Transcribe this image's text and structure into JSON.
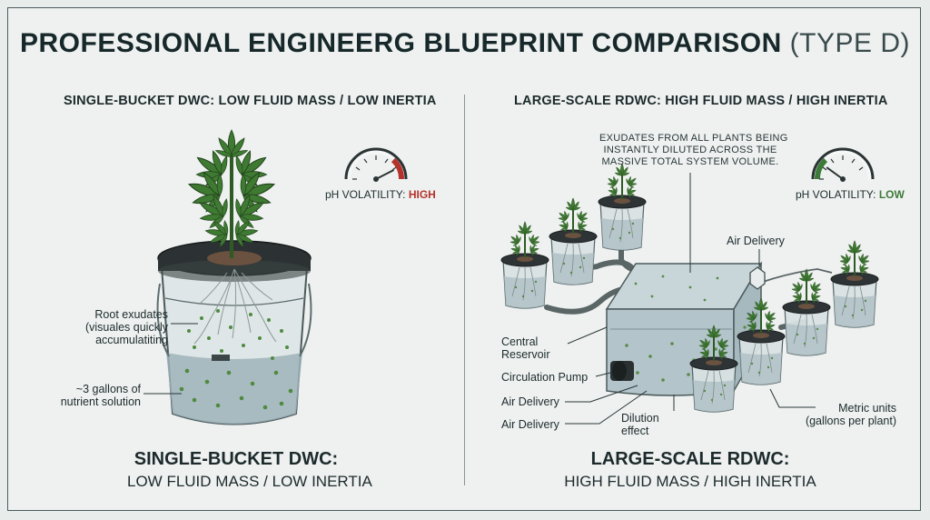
{
  "title": {
    "main": "PROFESSIONAL ENGINEERG BLUEPRINT COMPARISON",
    "sub": "(TYPE D)"
  },
  "left": {
    "heading": "SINGLE-BUCKET DWC: LOW FLUID MASS / LOW INERTIA",
    "gauge": {
      "label": "pH VOLATILITY:",
      "value": "HIGH",
      "color": "#b5322c",
      "level": 0.85
    },
    "labels": {
      "root_exudates_1": "Root exudates",
      "root_exudates_2": "(visuales quickly",
      "root_exudates_3": "accumulatiting",
      "nutrient_1": "~3 gallons of",
      "nutrient_2": "nutrient solution"
    },
    "footer": {
      "line1": "SINGLE-BUCKET DWC:",
      "line2": "LOW FLUID MASS / LOW INERTIA"
    }
  },
  "right": {
    "heading": "LARGE-SCALE RDWC: HIGH FLUID MASS / HIGH INERTIA",
    "callout": [
      "EXUDATES FROM ALL PLANTS BEING",
      "INSTANTLY DILUTED ACROSS THE",
      "MASSIVE TOTAL SYSTEM VOLUME."
    ],
    "gauge": {
      "label": "pH VOLATILITY:",
      "value": "LOW",
      "color": "#3d7a3a",
      "level": 0.2
    },
    "labels": {
      "air_delivery_top": "Air Delivery",
      "central_reservoir_1": "Central",
      "central_reservoir_2": "Reservoir",
      "circulation_pump": "Circulation Pump",
      "air_delivery_1": "Air Delivery",
      "air_delivery_2": "Air Delivery",
      "dilution_1": "Dilution",
      "dilution_2": "effect",
      "metric_1": "Metric units",
      "metric_2": "(gallons per plant)"
    },
    "footer": {
      "line1": "LARGE-SCALE RDWC:",
      "line2": "HIGH FLUID MASS / HIGH INERTIA"
    }
  }
}
